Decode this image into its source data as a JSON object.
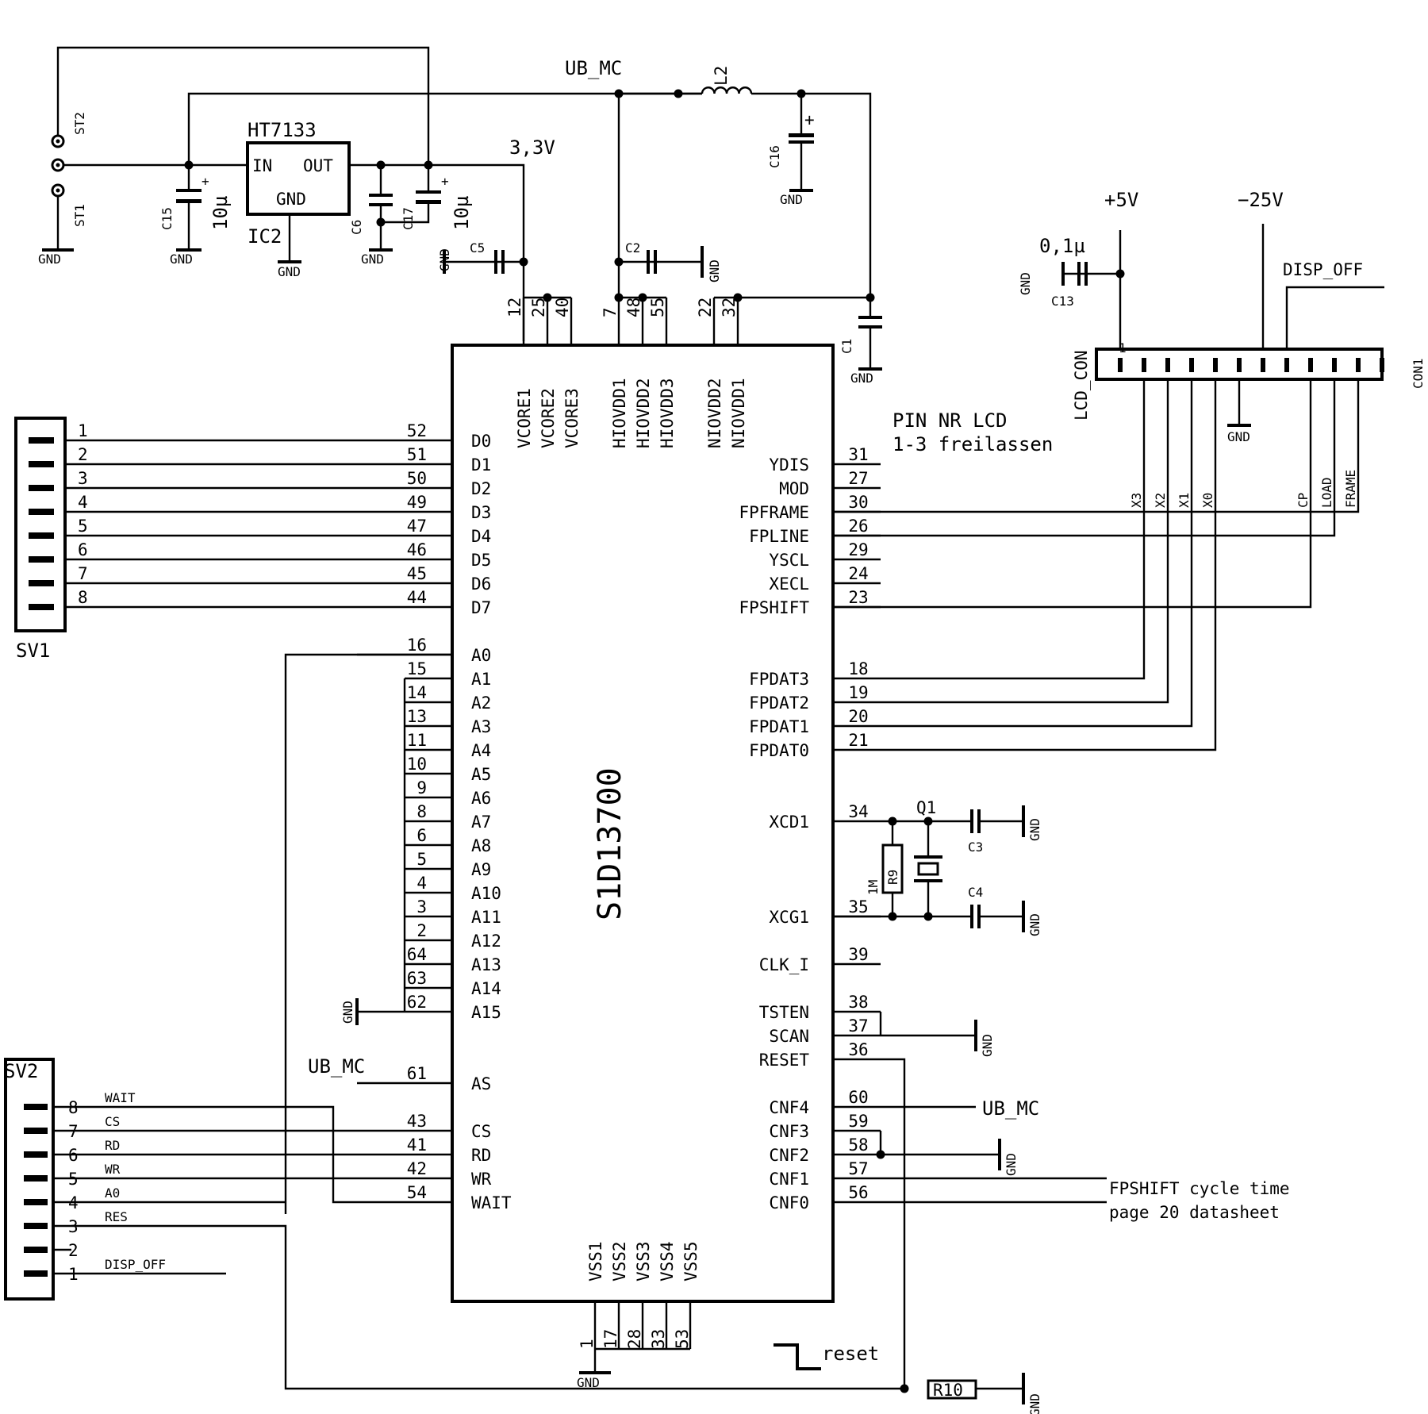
{
  "chip": {
    "name": "S1D13700",
    "left_pins": [
      {
        "num": "52",
        "name": "D0"
      },
      {
        "num": "51",
        "name": "D1"
      },
      {
        "num": "50",
        "name": "D2"
      },
      {
        "num": "49",
        "name": "D3"
      },
      {
        "num": "47",
        "name": "D4"
      },
      {
        "num": "46",
        "name": "D5"
      },
      {
        "num": "45",
        "name": "D6"
      },
      {
        "num": "44",
        "name": "D7"
      },
      {
        "num": "16",
        "name": "A0"
      },
      {
        "num": "15",
        "name": "A1"
      },
      {
        "num": "14",
        "name": "A2"
      },
      {
        "num": "13",
        "name": "A3"
      },
      {
        "num": "11",
        "name": "A4"
      },
      {
        "num": "10",
        "name": "A5"
      },
      {
        "num": "9",
        "name": "A6"
      },
      {
        "num": "8",
        "name": "A7"
      },
      {
        "num": "6",
        "name": "A8"
      },
      {
        "num": "5",
        "name": "A9"
      },
      {
        "num": "4",
        "name": "A10"
      },
      {
        "num": "3",
        "name": "A11"
      },
      {
        "num": "2",
        "name": "A12"
      },
      {
        "num": "64",
        "name": "A13"
      },
      {
        "num": "63",
        "name": "A14"
      },
      {
        "num": "62",
        "name": "A15"
      },
      {
        "num": "61",
        "name": "AS"
      },
      {
        "num": "43",
        "name": "CS"
      },
      {
        "num": "41",
        "name": "RD"
      },
      {
        "num": "42",
        "name": "WR"
      },
      {
        "num": "54",
        "name": "WAIT"
      }
    ],
    "right_pins": [
      {
        "num": "31",
        "name": "YDIS"
      },
      {
        "num": "27",
        "name": "MOD"
      },
      {
        "num": "30",
        "name": "FPFRAME"
      },
      {
        "num": "26",
        "name": "FPLINE"
      },
      {
        "num": "29",
        "name": "YSCL"
      },
      {
        "num": "24",
        "name": "XECL"
      },
      {
        "num": "23",
        "name": "FPSHIFT"
      },
      {
        "num": "18",
        "name": "FPDAT3"
      },
      {
        "num": "19",
        "name": "FPDAT2"
      },
      {
        "num": "20",
        "name": "FPDAT1"
      },
      {
        "num": "21",
        "name": "FPDAT0"
      },
      {
        "num": "34",
        "name": "XCD1"
      },
      {
        "num": "35",
        "name": "XCG1"
      },
      {
        "num": "39",
        "name": "CLK_I"
      },
      {
        "num": "38",
        "name": "TSTEN"
      },
      {
        "num": "37",
        "name": "SCAN"
      },
      {
        "num": "36",
        "name": "RESET"
      },
      {
        "num": "60",
        "name": "CNF4"
      },
      {
        "num": "59",
        "name": "CNF3"
      },
      {
        "num": "58",
        "name": "CNF2"
      },
      {
        "num": "57",
        "name": "CNF1"
      },
      {
        "num": "56",
        "name": "CNF0"
      }
    ],
    "top_pins": [
      {
        "num": "12",
        "name": "VCORE1"
      },
      {
        "num": "25",
        "name": "VCORE2"
      },
      {
        "num": "40",
        "name": "VCORE3"
      },
      {
        "num": "7",
        "name": "HIOVDD1"
      },
      {
        "num": "48",
        "name": "HIOVDD2"
      },
      {
        "num": "55",
        "name": "HIOVDD3"
      },
      {
        "num": "22",
        "name": "NIOVDD2"
      },
      {
        "num": "32",
        "name": "NIOVDD1"
      }
    ],
    "bottom_pins": [
      {
        "num": "1",
        "name": "VSS1"
      },
      {
        "num": "17",
        "name": "VSS2"
      },
      {
        "num": "28",
        "name": "VSS3"
      },
      {
        "num": "33",
        "name": "VSS4"
      },
      {
        "num": "53",
        "name": "VSS5"
      }
    ]
  },
  "power": {
    "ub_mc": "UB_MC",
    "v33": "3,3V",
    "p5v": "+5V",
    "m25v": "−25V",
    "gnd": "GND"
  },
  "regulator": {
    "part": "HT7133",
    "ref": "IC2",
    "in": "IN",
    "out": "OUT",
    "gnd": "GND"
  },
  "components": {
    "c15": "C15",
    "c15_val": "10µ",
    "c6": "C6",
    "c17": "C17",
    "c17_val": "10µ",
    "c5": "C5",
    "c2": "C2",
    "c16": "C16",
    "c1": "C1",
    "c13": "C13",
    "c13_val": "0,1µ",
    "l2": "L2",
    "st1": "ST1",
    "st2": "ST2",
    "q1": "Q1",
    "c3": "C3",
    "c4": "C4",
    "r9": "R9",
    "r9_val": "1M",
    "r10": "R10"
  },
  "sv1": {
    "label": "SV1",
    "pins": [
      "1",
      "2",
      "3",
      "4",
      "5",
      "6",
      "7",
      "8"
    ]
  },
  "sv2": {
    "label": "SV2",
    "pins": [
      {
        "num": "8",
        "sig": "WAIT"
      },
      {
        "num": "7",
        "sig": "CS"
      },
      {
        "num": "6",
        "sig": "RD"
      },
      {
        "num": "5",
        "sig": "WR"
      },
      {
        "num": "4",
        "sig": "A0"
      },
      {
        "num": "3",
        "sig": "RES"
      },
      {
        "num": "2",
        "sig": ""
      },
      {
        "num": "1",
        "sig": "DISP_OFF"
      }
    ]
  },
  "con1": {
    "label": "CON1",
    "lcd_con": "LCD_CON",
    "pin1_mark": "1",
    "signals": [
      "X3",
      "X2",
      "X1",
      "X0",
      "CP",
      "LOAD",
      "FRAME"
    ],
    "disp_off": "DISP_OFF",
    "note_line1": "PIN NR LCD",
    "note_line2": "1-3 freilassen"
  },
  "notes": {
    "fpshift_1": "FPSHIFT cycle time",
    "fpshift_2": "page 20 datasheet",
    "reset": "reset"
  }
}
